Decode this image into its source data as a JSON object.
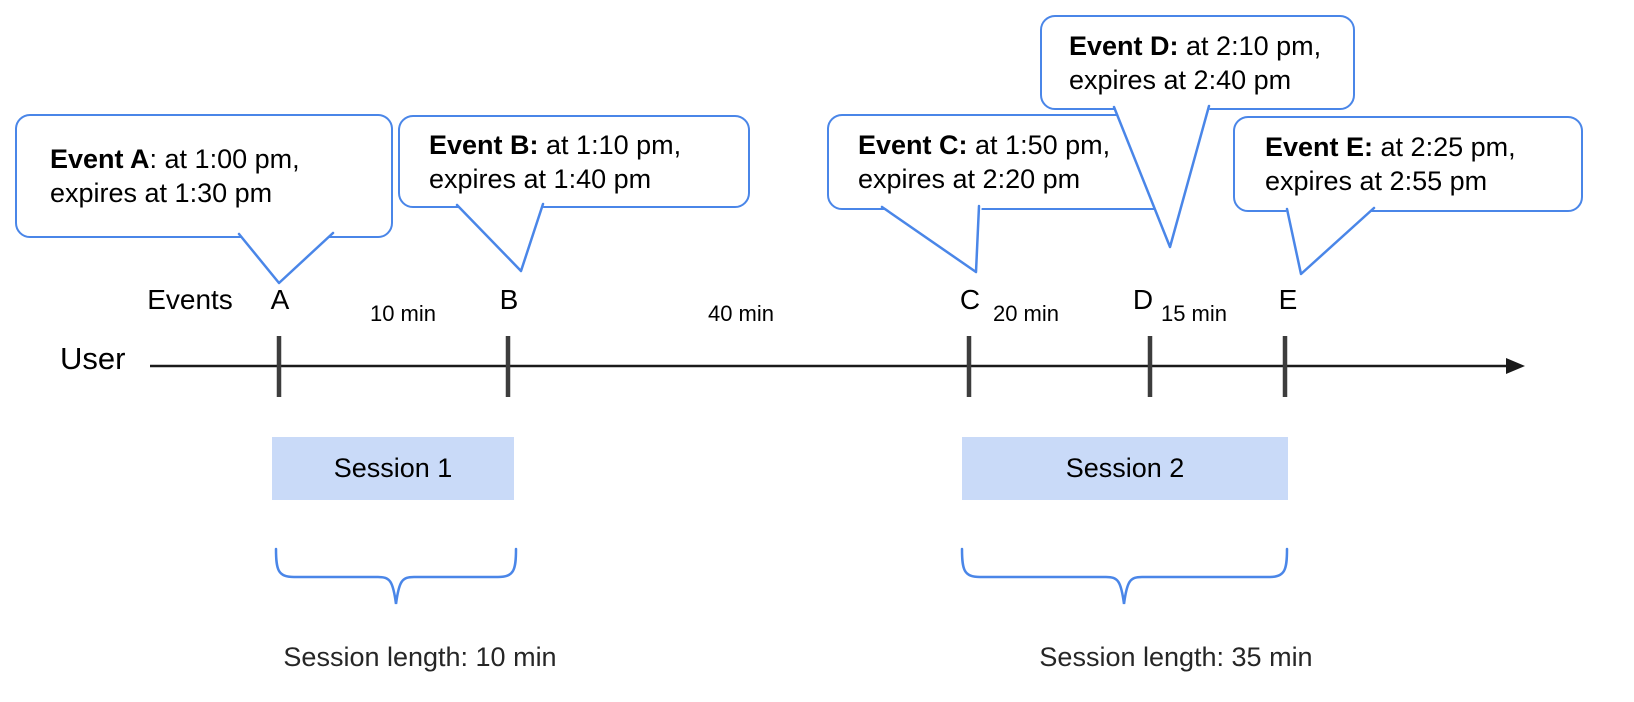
{
  "bubbles": [
    {
      "id": "A",
      "bold": "Event A",
      "rest": ": at 1:00 pm,",
      "line2": "expires at 1:30 pm"
    },
    {
      "id": "B",
      "bold": "Event B:",
      "rest": " at 1:10 pm,",
      "line2": "expires at 1:40 pm"
    },
    {
      "id": "C",
      "bold": "Event C:",
      "rest": " at 1:50 pm,",
      "line2": "expires at 2:20 pm"
    },
    {
      "id": "D",
      "bold": "Event D:",
      "rest": " at 2:10 pm,",
      "line2": "expires at 2:40 pm"
    },
    {
      "id": "E",
      "bold": "Event E:",
      "rest": " at 2:25 pm,",
      "line2": "expires at 2:55 pm"
    }
  ],
  "timeline": {
    "row_label": "Events",
    "user_label": "User",
    "event_marks": [
      "A",
      "B",
      "C",
      "D",
      "E"
    ],
    "interval_labels": [
      "10 min",
      "40 min",
      "20 min",
      "15 min"
    ]
  },
  "sessions": [
    {
      "label": "Session 1",
      "length_label": "Session length: 10 min"
    },
    {
      "label": "Session 2",
      "length_label": "Session length: 35 min"
    }
  ],
  "colors": {
    "accent_blue": "#4a86e8",
    "session_fill": "#c9daf8",
    "tick_gray": "#3d3d3d",
    "axis_black": "#1a1a1a"
  }
}
